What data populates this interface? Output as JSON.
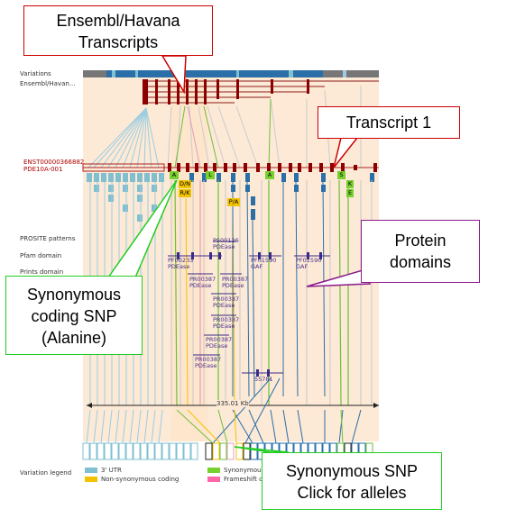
{
  "tracks": {
    "variations": "Variations",
    "ensembl_havana": "Ensembl/Havan...",
    "transcript_id": "ENST00000366882",
    "transcript_name": "PDE10A-001",
    "prosite": "PROSITE patterns",
    "pfam": "Pfam domain",
    "prints": "Prints domain",
    "scale": "335.01 Kb",
    "variation_legend": "Variation legend"
  },
  "legend": {
    "utr3": "3' UTR",
    "non_synonymous": "Non-synonymous coding",
    "synonymous": "Synonymou",
    "frameshift": "Frameshift c",
    "colors": {
      "utr3": "#7fbfd0",
      "non_synonymous": "#f2c300",
      "synonymous": "#76d12e",
      "frameshift": "#ff66aa"
    }
  },
  "amino_acids": {
    "a1": "A",
    "dn": "D/N",
    "rk": "R/K",
    "l": "L",
    "pa": "P/A",
    "a2": "A",
    "s": "S",
    "k": "K",
    "e": "E"
  },
  "domains": {
    "pf00233": "PF00233\nPDEase",
    "ps00126": "PS00126\nPDEase",
    "pf01590a": "PF01590\nGAF",
    "pf01590b": "PF01590\nGAF",
    "pr1": "PR00387\nPDEase",
    "pr2": "PR00387\nPDEase",
    "pr3": "PR00387\nPDEase",
    "pr4": "PR00387\nPDEase",
    "pr5": "PR00387\nPDEase",
    "pr6": "PR00387\nPDEase",
    "num": "55781"
  },
  "callouts": {
    "ensembl": "Ensembl/Havana Transcripts",
    "transcript1": "Transcript 1",
    "protein_domains": "Protein domains",
    "synonymous_coding": "Synonymous coding SNP (Alanine)",
    "synonymous_snp": "Synonymous SNP Click for alleles"
  }
}
